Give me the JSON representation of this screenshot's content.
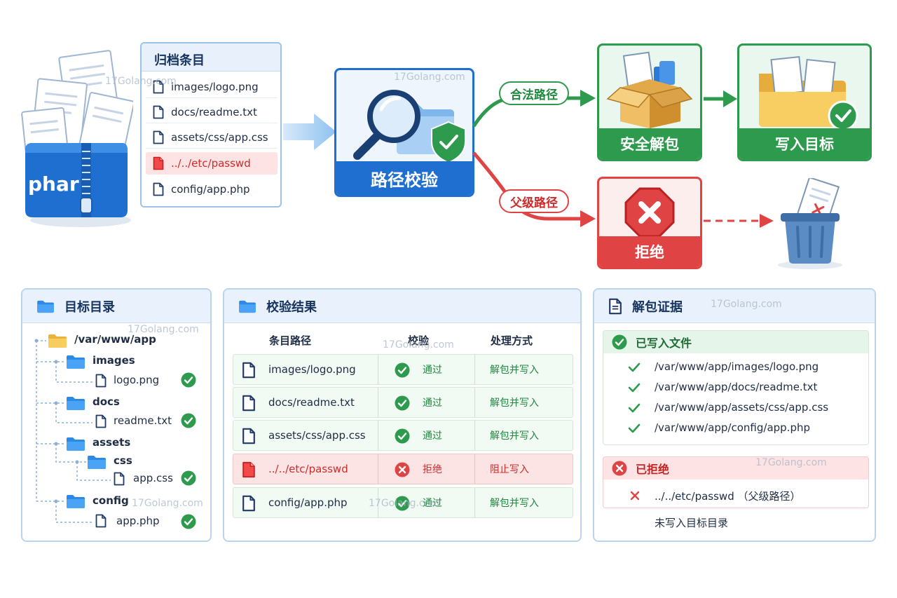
{
  "archive": {
    "label": "phar"
  },
  "entries_panel": {
    "title": "归档条目",
    "items": [
      {
        "path": "images/logo.png",
        "status": "ok"
      },
      {
        "path": "docs/readme.txt",
        "status": "ok"
      },
      {
        "path": "assets/css/app.css",
        "status": "ok"
      },
      {
        "path": "../../etc/passwd",
        "status": "bad"
      },
      {
        "path": "config/app.php",
        "status": "ok"
      }
    ]
  },
  "validation": {
    "label": "路径校验"
  },
  "branches": {
    "legal": "合法路径",
    "parent": "父级路径"
  },
  "outcomes": {
    "safe_unpack": "安全解包",
    "write_target": "写入目标",
    "reject": "拒绝"
  },
  "target_dir": {
    "title": "目标目录",
    "root": "/var/www/app",
    "folders": {
      "images": "images",
      "docs": "docs",
      "assets": "assets",
      "css": "css",
      "config": "config"
    },
    "files": {
      "logo": "logo.png",
      "readme": "readme.txt",
      "appcss": "app.css",
      "appphp": "app.php"
    }
  },
  "results": {
    "title": "校验结果",
    "columns": [
      "条目路径",
      "校验",
      "处理方式"
    ],
    "rows": [
      {
        "path": "images/logo.png",
        "check": "通过",
        "action": "解包并写入",
        "status": "ok"
      },
      {
        "path": "docs/readme.txt",
        "check": "通过",
        "action": "解包并写入",
        "status": "ok"
      },
      {
        "path": "assets/css/app.css",
        "check": "通过",
        "action": "解包并写入",
        "status": "ok"
      },
      {
        "path": "../../etc/passwd",
        "check": "拒绝",
        "action": "阻止写入",
        "status": "bad"
      },
      {
        "path": "config/app.php",
        "check": "通过",
        "action": "解包并写入",
        "status": "ok"
      }
    ]
  },
  "evidence": {
    "title": "解包证据",
    "written_title": "已写入文件",
    "written": [
      "/var/www/app/images/logo.png",
      "/var/www/app/docs/readme.txt",
      "/var/www/app/assets/css/app.css",
      "/var/www/app/config/app.php"
    ],
    "rejected_title": "已拒绝",
    "rejected": [
      "../../etc/passwd （父级路径）"
    ],
    "note": "未写入目标目录"
  },
  "watermark": "17Golang.com",
  "colors": {
    "blue": "#1f6fd0",
    "green": "#2e9a4e",
    "red": "#e04343"
  }
}
